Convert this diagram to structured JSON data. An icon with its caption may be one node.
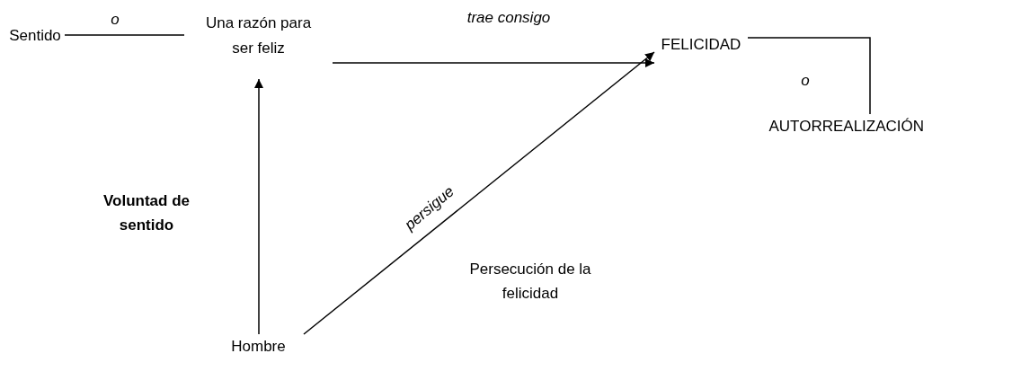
{
  "diagram": {
    "nodes": [
      {
        "text": [
          "Sentido"
        ]
      },
      {
        "text": [
          "Una razón para ser feliz"
        ]
      },
      {
        "text": [
          "FELICIDAD"
        ]
      },
      {
        "text": [
          "AUTORREALIZACIÓN"
        ]
      },
      {
        "text": [
          "Hombre"
        ]
      }
    ],
    "edges": [
      {
        "from": 0,
        "to": 1,
        "arrow": "none",
        "label": "o"
      },
      {
        "from": 1,
        "to": 2,
        "arrow": "to",
        "label": "trae consigo"
      },
      {
        "from": 4,
        "to": 1,
        "arrow": "to"
      },
      {
        "from": 4,
        "to": 2,
        "arrow": "to",
        "label": "persigue"
      },
      {
        "from": 2,
        "to": 3,
        "arrow": "none",
        "label": "o"
      }
    ],
    "labels": [
      "Voluntad de sentido",
      "Persecución de la felicidad"
    ]
  }
}
